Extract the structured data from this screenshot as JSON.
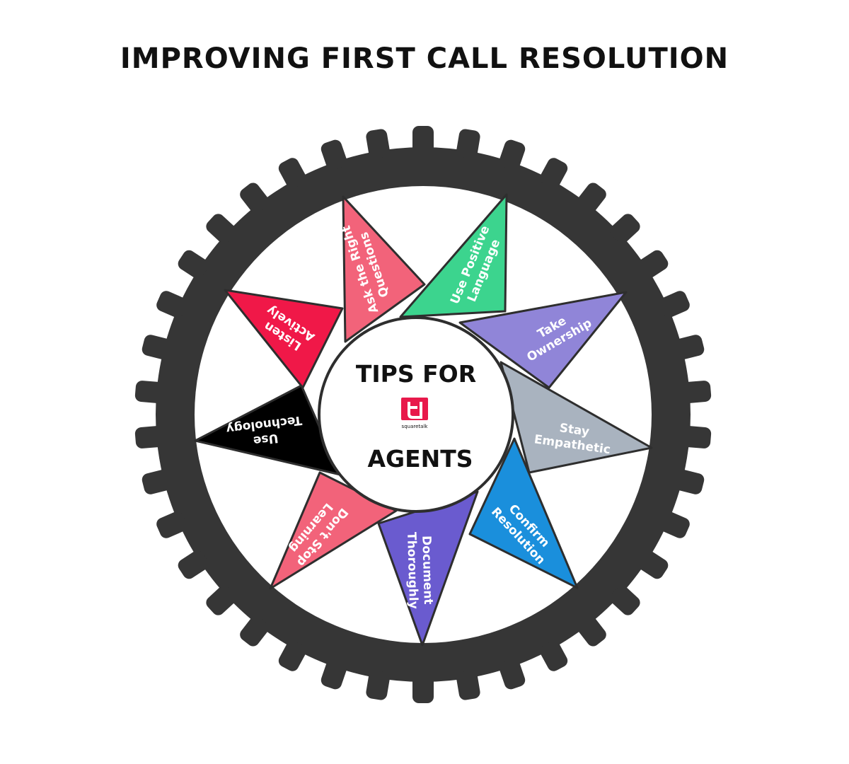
{
  "title": "IMPROVING FIRST CALL RESOLUTION",
  "hub": {
    "line1": "TIPS FOR",
    "line2": "AGENTS",
    "logo_caption": "squaretalk",
    "logo_color": "#e8194b"
  },
  "colors": {
    "tire": "#363636",
    "rim": "#ffffff",
    "outline": "#2e2e2e"
  },
  "spokes": [
    {
      "id": "ask-the-right-questions",
      "lines": [
        "Ask the Right",
        "Questions"
      ],
      "color": "#f2637a"
    },
    {
      "id": "use-positive-language",
      "lines": [
        "Use Positive",
        "Language"
      ],
      "color": "#3cd48e"
    },
    {
      "id": "take-ownership",
      "lines": [
        "Take",
        "Ownership"
      ],
      "color": "#9085d8"
    },
    {
      "id": "stay-empathetic",
      "lines": [
        "Stay",
        "Empathetic"
      ],
      "color": "#a9b3bf"
    },
    {
      "id": "confirm-resolution",
      "lines": [
        "Confirm",
        "Resolution"
      ],
      "color": "#1a8fdc"
    },
    {
      "id": "document-thoroughly",
      "lines": [
        "Document",
        "Thoroughly"
      ],
      "color": "#6a5bcf"
    },
    {
      "id": "dont-stop-learning",
      "lines": [
        "Don't Stop",
        "Learning"
      ],
      "color": "#f2637a"
    },
    {
      "id": "use-technology",
      "lines": [
        "Use",
        "Technology"
      ],
      "color": "#000000"
    },
    {
      "id": "listen-actively",
      "lines": [
        "Listen",
        "Actively"
      ],
      "color": "#f01848"
    }
  ]
}
